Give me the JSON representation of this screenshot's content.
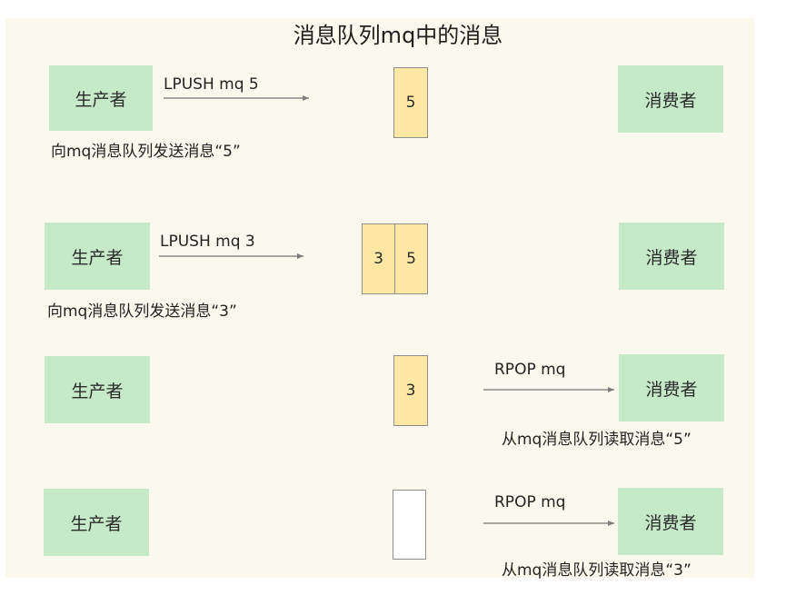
{
  "title": "消息队列mq中的消息",
  "producer_label": "生产者",
  "consumer_label": "消费者",
  "rows": [
    {
      "command": "LPUSH mq 5",
      "queue": [
        "5"
      ],
      "caption": "向mq消息队列发送消息“5”"
    },
    {
      "command": "LPUSH mq 3",
      "queue": [
        "3",
        "5"
      ],
      "caption": "向mq消息队列发送消息“3”"
    },
    {
      "command": "RPOP mq",
      "queue": [
        "3"
      ],
      "caption": "从mq消息队列读取消息“5”"
    },
    {
      "command": "RPOP mq",
      "queue": [],
      "caption": "从mq消息队列读取消息“3”"
    }
  ]
}
